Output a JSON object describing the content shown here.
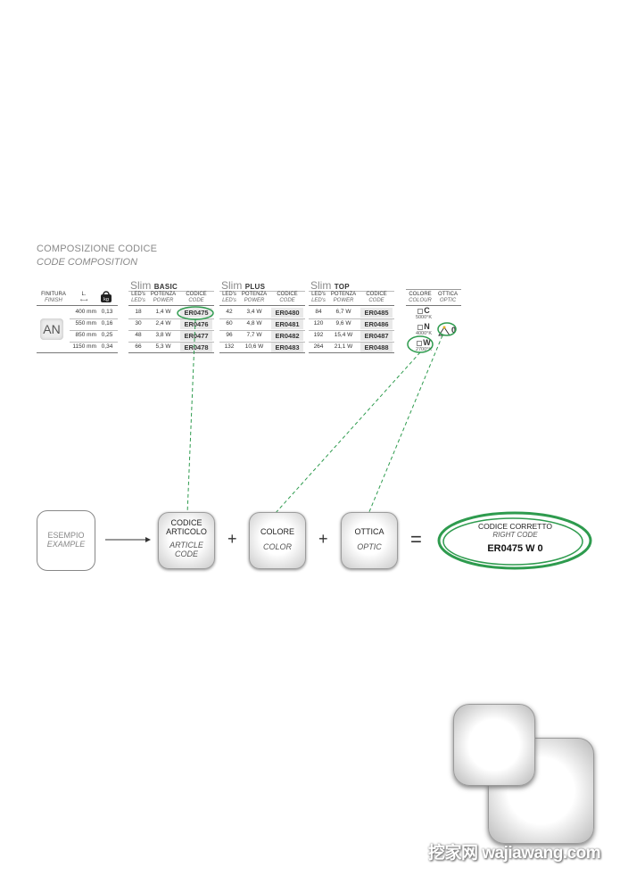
{
  "title": {
    "it": "COMPOSIZIONE CODICE",
    "en": "CODE COMPOSITION"
  },
  "left_table": {
    "headers": [
      {
        "it": "FINITURA",
        "en": "FINISH"
      },
      {
        "it": "L.",
        "en": ""
      }
    ],
    "finish": "AN",
    "rows": [
      {
        "length": "400 mm",
        "weight": "0,13"
      },
      {
        "length": "550 mm",
        "weight": "0,16"
      },
      {
        "length": "850 mm",
        "weight": "0,25"
      },
      {
        "length": "1150 mm",
        "weight": "0,34"
      }
    ]
  },
  "weight_icon_label": "kg",
  "series": [
    {
      "name": "Slim",
      "variant": "BASIC",
      "rows": [
        [
          "18",
          "1,4 W",
          "ER0475"
        ],
        [
          "30",
          "2,4 W",
          "ER0476"
        ],
        [
          "48",
          "3,8 W",
          "ER0477"
        ],
        [
          "66",
          "5,3 W",
          "ER0478"
        ]
      ]
    },
    {
      "name": "Slim",
      "variant": "PLUS",
      "rows": [
        [
          "42",
          "3,4 W",
          "ER0480"
        ],
        [
          "60",
          "4,8 W",
          "ER0481"
        ],
        [
          "96",
          "7,7 W",
          "ER0482"
        ],
        [
          "132",
          "10,6 W",
          "ER0483"
        ]
      ]
    },
    {
      "name": "Slim",
      "variant": "TOP",
      "rows": [
        [
          "84",
          "6,7 W",
          "ER0485"
        ],
        [
          "120",
          "9,6 W",
          "ER0486"
        ],
        [
          "192",
          "15,4 W",
          "ER0487"
        ],
        [
          "264",
          "21,1 W",
          "ER0488"
        ]
      ]
    }
  ],
  "series_headers": [
    {
      "it": "LED's",
      "en": "LED's"
    },
    {
      "it": "POTENZA",
      "en": "POWER"
    },
    {
      "it": "CODICE",
      "en": "CODE"
    }
  ],
  "color_header": {
    "it": "COLORE",
    "en": "COLOUR"
  },
  "optic_header": {
    "it": "OTTICA",
    "en": "OPTIC"
  },
  "colors": [
    {
      "letter": "C",
      "temp": "5000°K"
    },
    {
      "letter": "N",
      "temp": "4000°K"
    },
    {
      "letter": "W",
      "temp": "2700°K"
    }
  ],
  "optic_value": "0",
  "flow": {
    "example": {
      "it": "ESEMPIO",
      "en": "EXAMPLE"
    },
    "article": {
      "it1": "CODICE",
      "it2": "ARTICOLO",
      "en1": "ARTICLE",
      "en2": "CODE"
    },
    "color": {
      "it": "COLORE",
      "en": "COLOR"
    },
    "optic": {
      "it": "OTTICA",
      "en": "OPTIC"
    },
    "plus": "+",
    "equals": "=",
    "result": {
      "it": "CODICE CORRETTO",
      "en": "RIGHT CODE",
      "code": "ER0475 W 0"
    }
  },
  "watermark": "挖家网 wajiawang.com",
  "accent_green": "#2e9b4e"
}
